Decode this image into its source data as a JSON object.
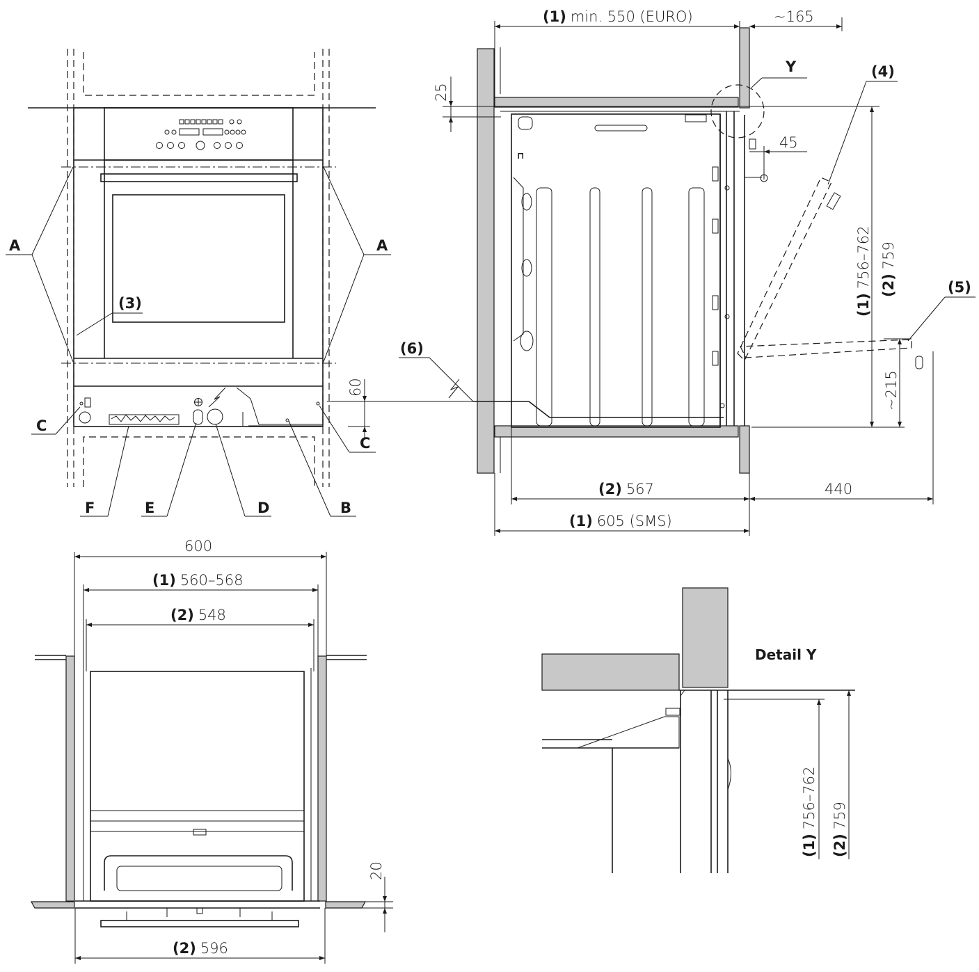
{
  "front_view": {
    "labels": {
      "A_left": "A",
      "A_right": "A",
      "C_left": "C",
      "C_right": "C",
      "B": "B",
      "D": "D",
      "E": "E",
      "F": "F",
      "ref3": "(3)"
    },
    "dims": {
      "height_60": "60"
    }
  },
  "side_view": {
    "refs": {
      "ref4": "(4)",
      "ref5": "(5)",
      "ref6": "(6)",
      "Y": "Y"
    },
    "dims": {
      "top_depth_prefix": "(1)",
      "top_depth_value": "min. 550 (EURO)",
      "front_165": "~165",
      "gap_25": "25",
      "knob_45": "45",
      "height1_prefix": "(1)",
      "height1_value": "756–762",
      "height2_prefix": "(2)",
      "height2_value": "759",
      "door_215": "~215",
      "depth2_prefix": "(2)",
      "depth2_value": "567",
      "door_440": "440",
      "depth1_prefix": "(1)",
      "depth1_value": "605 (SMS)"
    }
  },
  "top_view": {
    "dims": {
      "width_600": "600",
      "width1_prefix": "(1)",
      "width1_value": "560–568",
      "width2_prefix": "(2)",
      "width2_value": "548",
      "gap_20": "20",
      "bottom_prefix": "(2)",
      "bottom_value": "596"
    }
  },
  "detail_y": {
    "title": "Detail Y",
    "h1_prefix": "(1)",
    "h1_value": "756–762",
    "h2_prefix": "(2)",
    "h2_value": "759"
  }
}
